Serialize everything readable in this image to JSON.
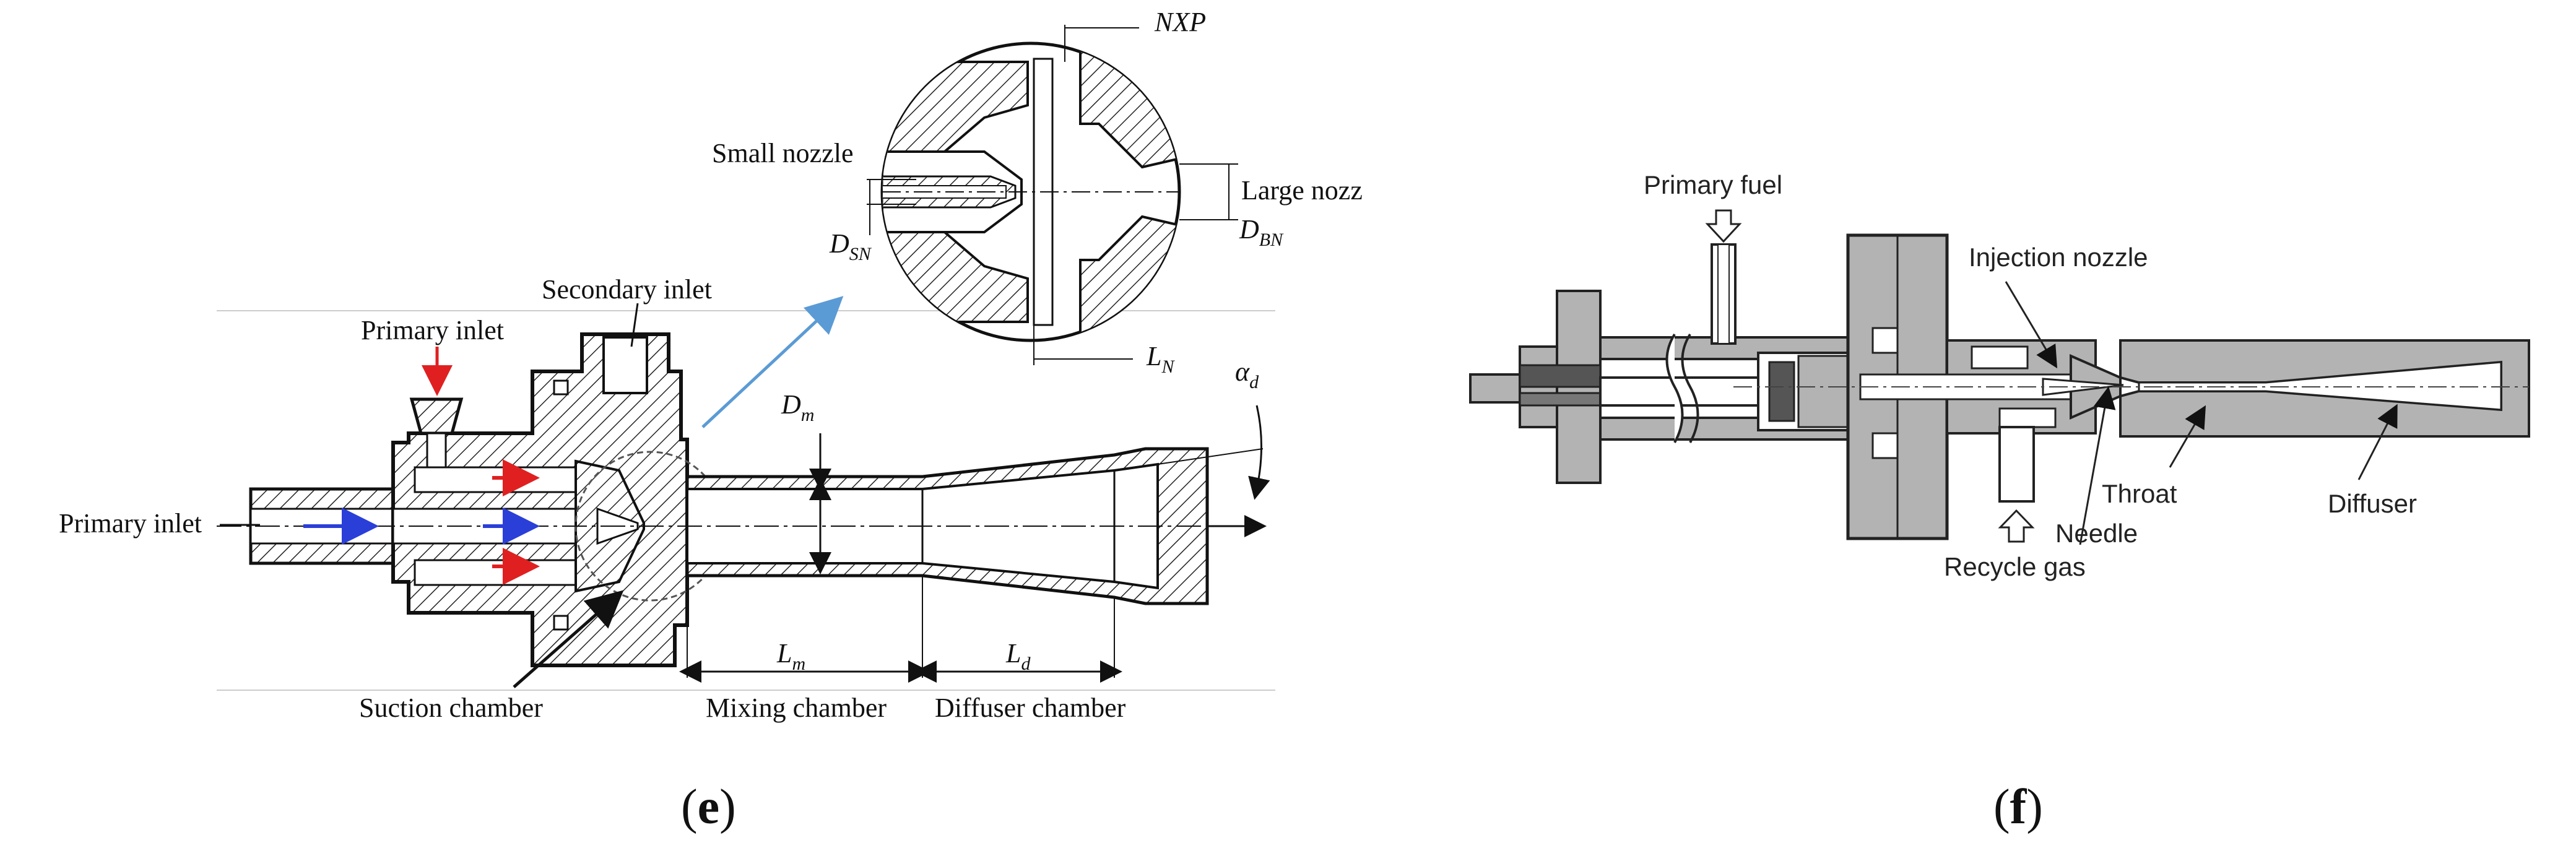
{
  "figure_e": {
    "caption_open": "(",
    "caption_letter": "e",
    "caption_close": ")",
    "labels": {
      "primary_inlet_top": "Primary inlet",
      "primary_inlet_left": "Primary inlet",
      "secondary_inlet": "Secondary inlet",
      "suction_chamber": "Suction chamber",
      "mixing_chamber": "Mixing chamber",
      "diffuser_chamber": "Diffuser chamber",
      "small_nozzle": "Small nozzle",
      "large_nozzle": "Large nozz",
      "nxp": "NXP",
      "d_sn": "D_SN",
      "d_bn": "D_BN",
      "l_n": "L_N",
      "d_m": "D_m",
      "l_m": "L_m",
      "l_d": "L_d",
      "alpha_d": "α_d"
    },
    "colors": {
      "primary_flow_arrow": "#e02020",
      "secondary_flow_arrow": "#2a3fd8",
      "callout_arrow": "#5b9bd5"
    }
  },
  "figure_f": {
    "caption_open": "(",
    "caption_letter": "f",
    "caption_close": ")",
    "labels": {
      "primary_fuel": "Primary fuel",
      "injection_nozzle": "Injection nozzle",
      "throat": "Throat",
      "needle": "Needle",
      "diffuser": "Diffuser",
      "recycle_gas": "Recycle gas"
    },
    "colors": {
      "body_fill": "#b3b3b3",
      "dark_part": "#555555",
      "outline": "#222222"
    }
  }
}
